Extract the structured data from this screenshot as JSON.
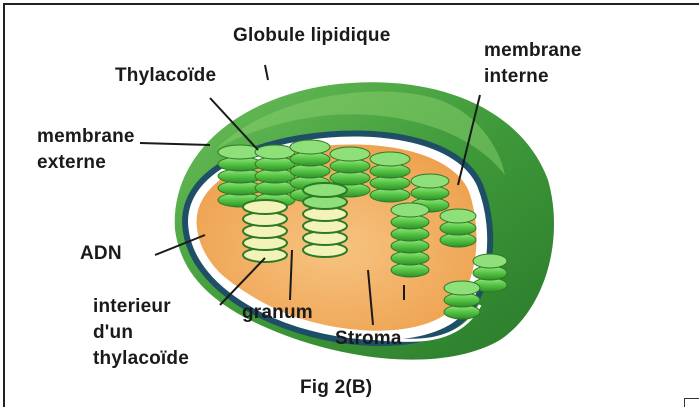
{
  "labels": {
    "globule": "Globule lipidique",
    "thylacoide": "Thylacoïde",
    "membrane_interne_1": "membrane",
    "membrane_interne_2": "interne",
    "membrane_externe_1": "membrane",
    "membrane_externe_2": "externe",
    "adn": "ADN",
    "interieur_1": "interieur",
    "interieur_2": "d'un",
    "interieur_3": "thylacoïde",
    "granum": "granum",
    "stroma": "Stroma"
  },
  "caption": "Fig 2(B)",
  "colors": {
    "outer_green": "#3f9a3a",
    "outer_dark": "#2c6e2a",
    "membrane_blue": "#1f4f66",
    "stroma_orange": "#f1a95a",
    "thylakoid_green": "#4bbd3a",
    "thylakoid_light": "#8fe07a",
    "thylakoid_inner": "#f3f2b8"
  }
}
